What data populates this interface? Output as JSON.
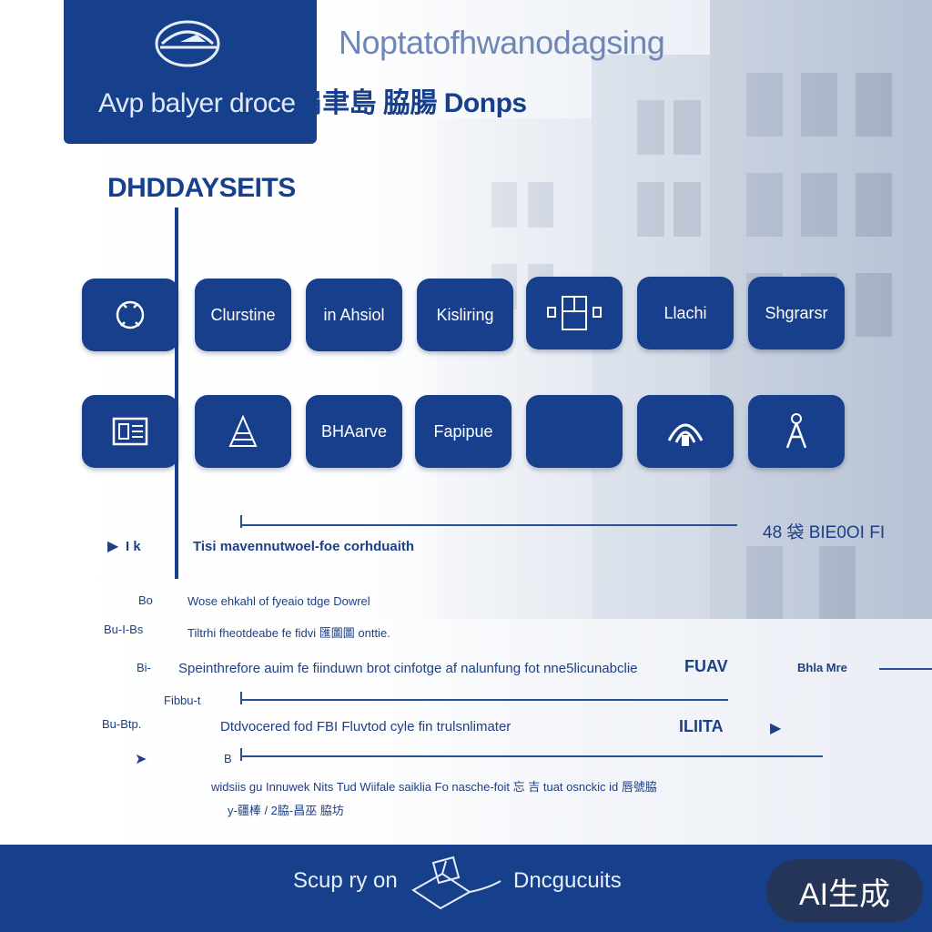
{
  "header": {
    "title": "Noptatofhwanodagsing",
    "subtitle_prefix": "Avp balyer droce",
    "subtitle_suffix": "肩聿島 脇腸 ",
    "subtitle_tail": "Donps"
  },
  "section": {
    "heading": "DHDDAYSEITS"
  },
  "tiles_row1": [
    {
      "label": "",
      "icon": "circle-badge-icon"
    },
    {
      "label": "Clurstine",
      "icon": ""
    },
    {
      "label": "in Ahsiol",
      "icon": ""
    },
    {
      "label": "Kisliring",
      "icon": ""
    },
    {
      "label": "",
      "icon": "floorplan-icon"
    },
    {
      "label": "Llachi",
      "icon": ""
    },
    {
      "label": "Shgrarsr",
      "icon": ""
    }
  ],
  "tiles_row2": [
    {
      "label": "",
      "icon": "document-icon"
    },
    {
      "label": "",
      "icon": "pyramid-icon"
    },
    {
      "label": "BHAarve",
      "icon": ""
    },
    {
      "label": "Fapipue",
      "icon": ""
    },
    {
      "label": "",
      "icon": ""
    },
    {
      "label": "",
      "icon": "signal-arch-icon"
    },
    {
      "label": "",
      "icon": "tower-icon"
    }
  ],
  "diagram": {
    "main_label": "Tisi mavennutwoel-foe corhduaith",
    "main_prefix": "I k",
    "right_label": "48 袋 BIE0OI FI",
    "lines": [
      {
        "prefix": "Bo",
        "text": "Wose ehkahl of fyeaio tdge Dowrel"
      },
      {
        "prefix": "Bu-I-Bs",
        "text": "Tiltrhi fheotdeabe fe fidvi 匯圖圖 onttie."
      },
      {
        "prefix": "Bi-",
        "text": "Speinthrefore auim fe fiinduwn brot cinfotge af nalunfung fot nne5licunabclie",
        "tag": "FUAV",
        "tag_right": "Bhla Mre"
      },
      {
        "prefix": "Fibbu-t",
        "text": ""
      },
      {
        "prefix": "Bu-Btp.",
        "text": "Dtdvocered fod FBI Fluvtod cyle fin trulsnlimater",
        "tag": "ILIITA"
      },
      {
        "prefix": "B",
        "text": ""
      },
      {
        "prefix": "",
        "text": "widsiis gu Innuwek Nits Tud Wiifale saiklia Fo nasche-foit 忘 吉 tuat osnckic id 唇號脇"
      },
      {
        "prefix": "",
        "text": "y-疆棒 / 2脇-昌巫 脇坊"
      }
    ]
  },
  "footer": {
    "left": "Scup ry on",
    "right": "Dncgucuits",
    "badge": "AI生成"
  },
  "colors": {
    "brand": "#163f8c",
    "tile": "#173f8b",
    "text": "#1d3f86"
  }
}
